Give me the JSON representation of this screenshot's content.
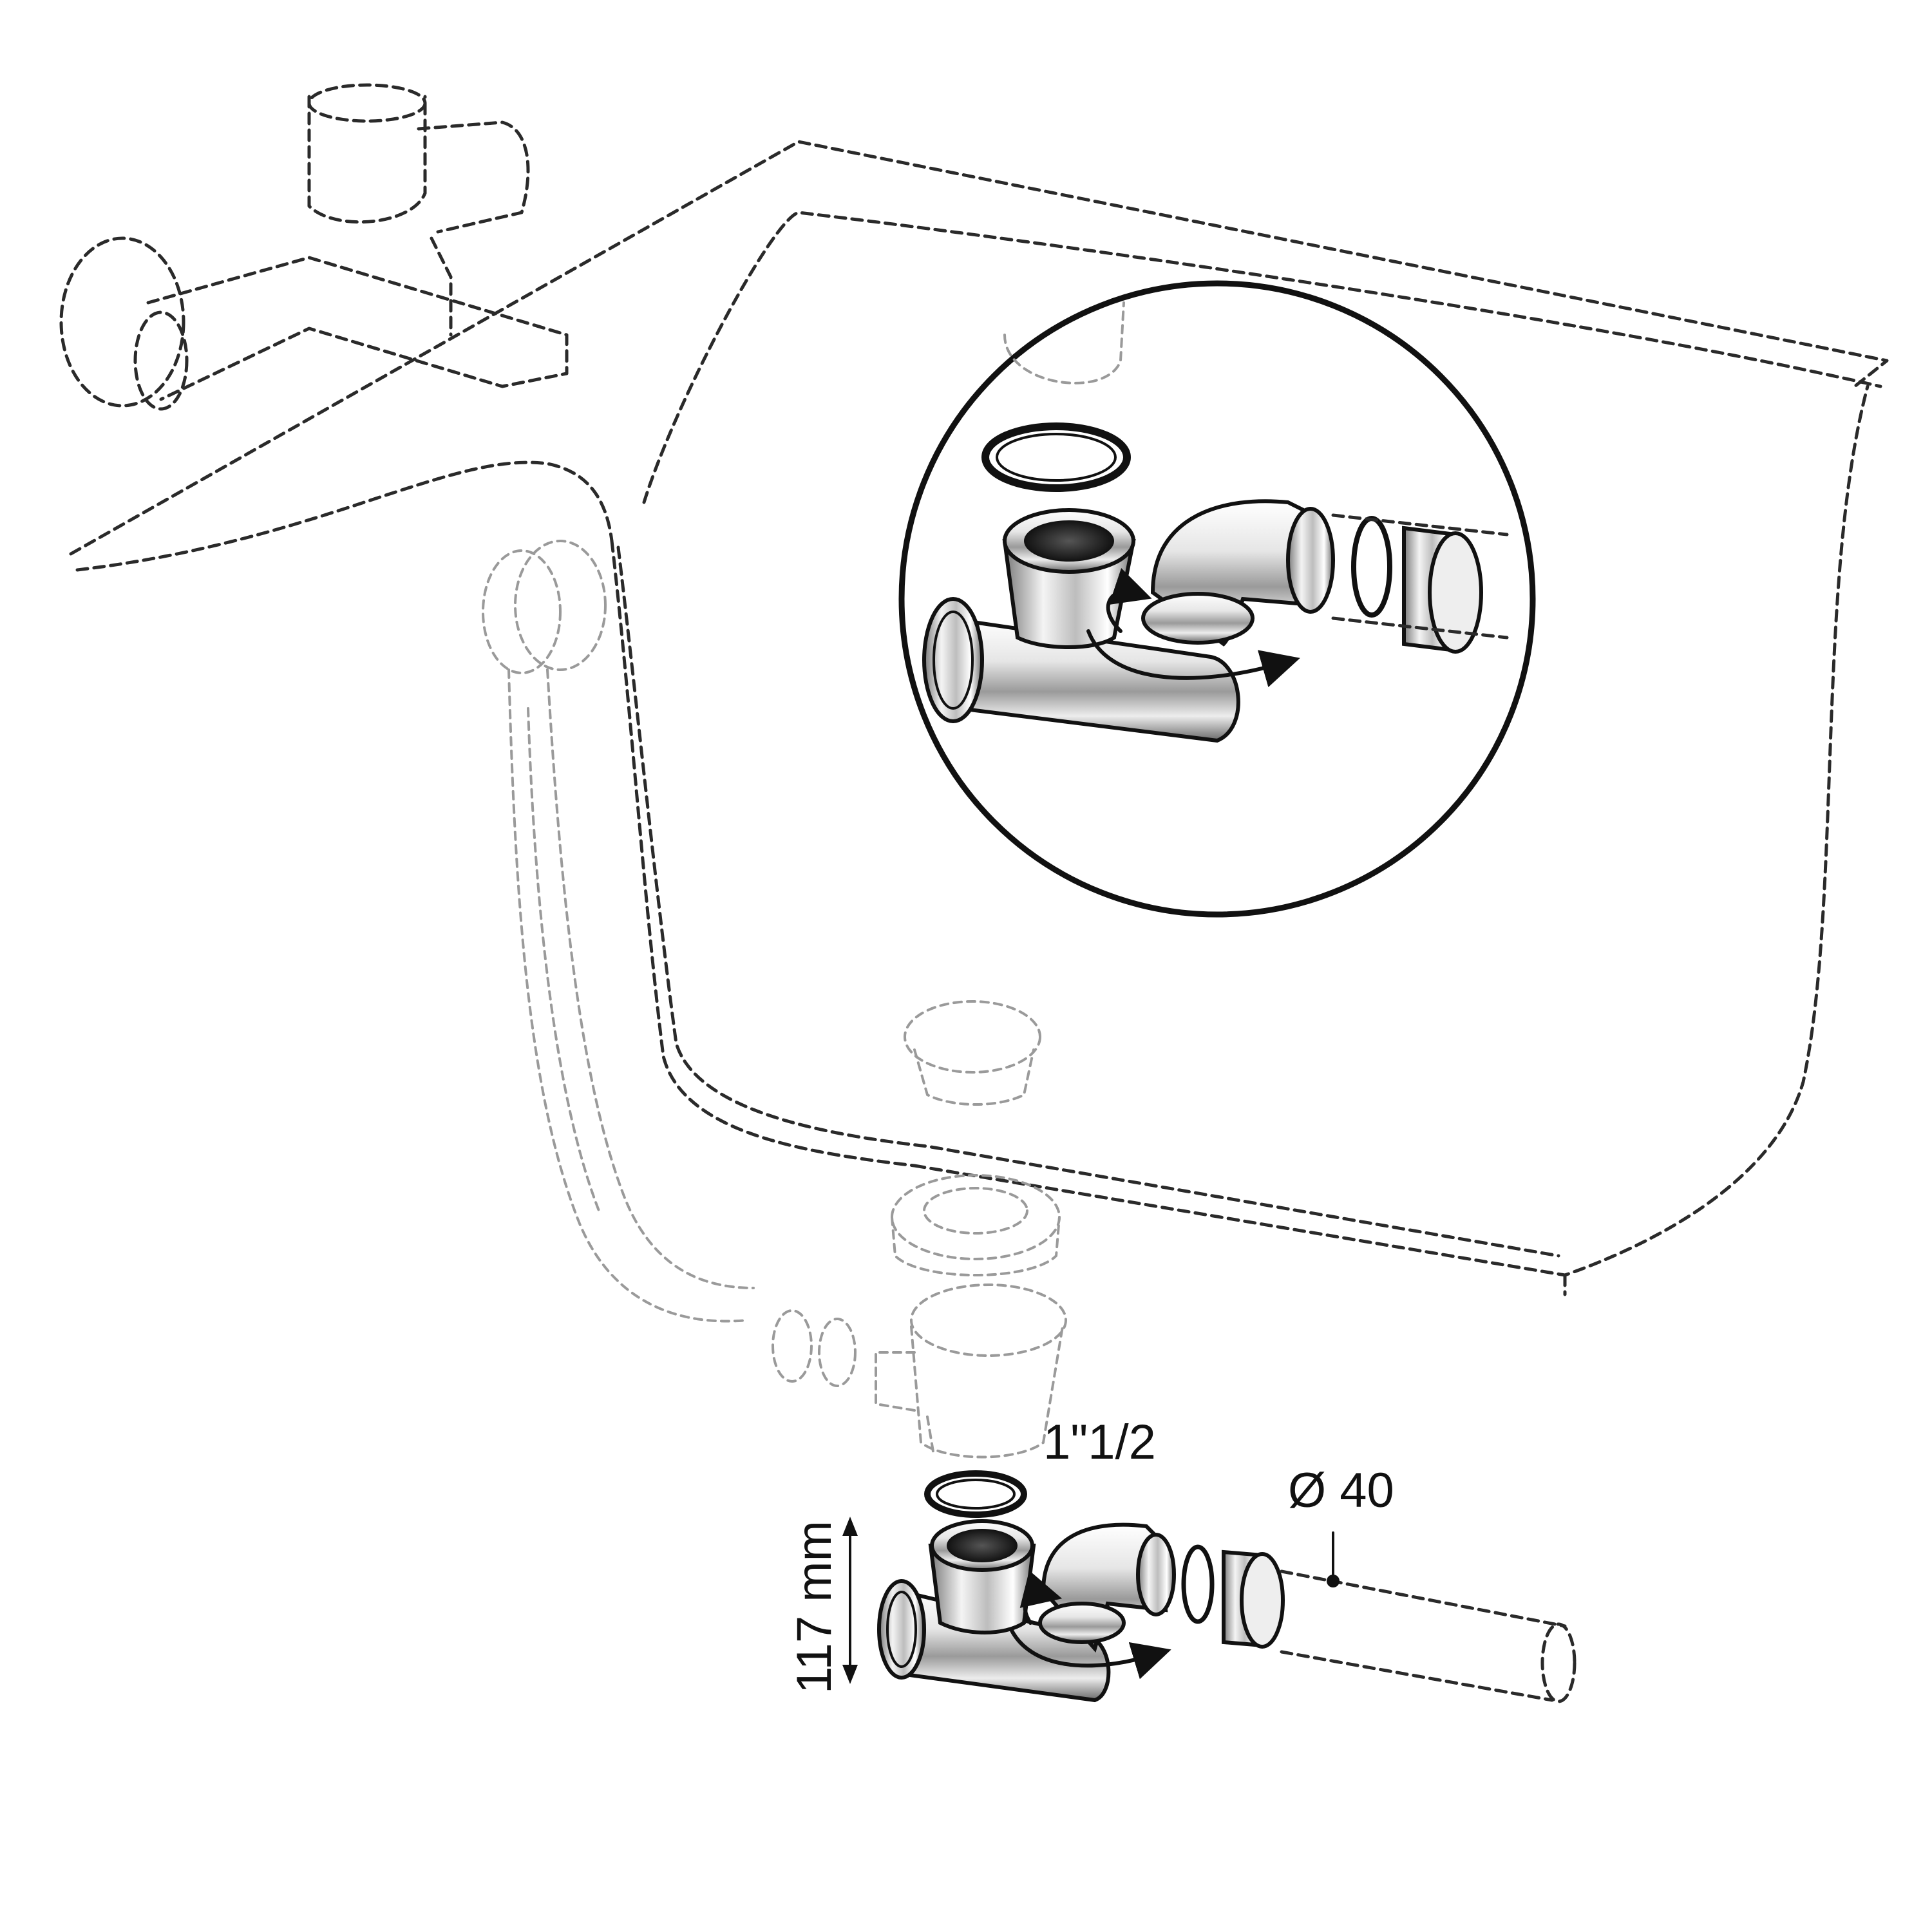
{
  "labels": {
    "thread_size": "1\"1/2",
    "pipe_diameter": "Ø 40",
    "height": "117 mm"
  },
  "colors": {
    "line": "#111111",
    "dashed_outline": "#2a2a2a",
    "ghost_parts": "#9a9a9a",
    "chrome_shadow": "#5a5a5a",
    "background": "#ffffff"
  }
}
